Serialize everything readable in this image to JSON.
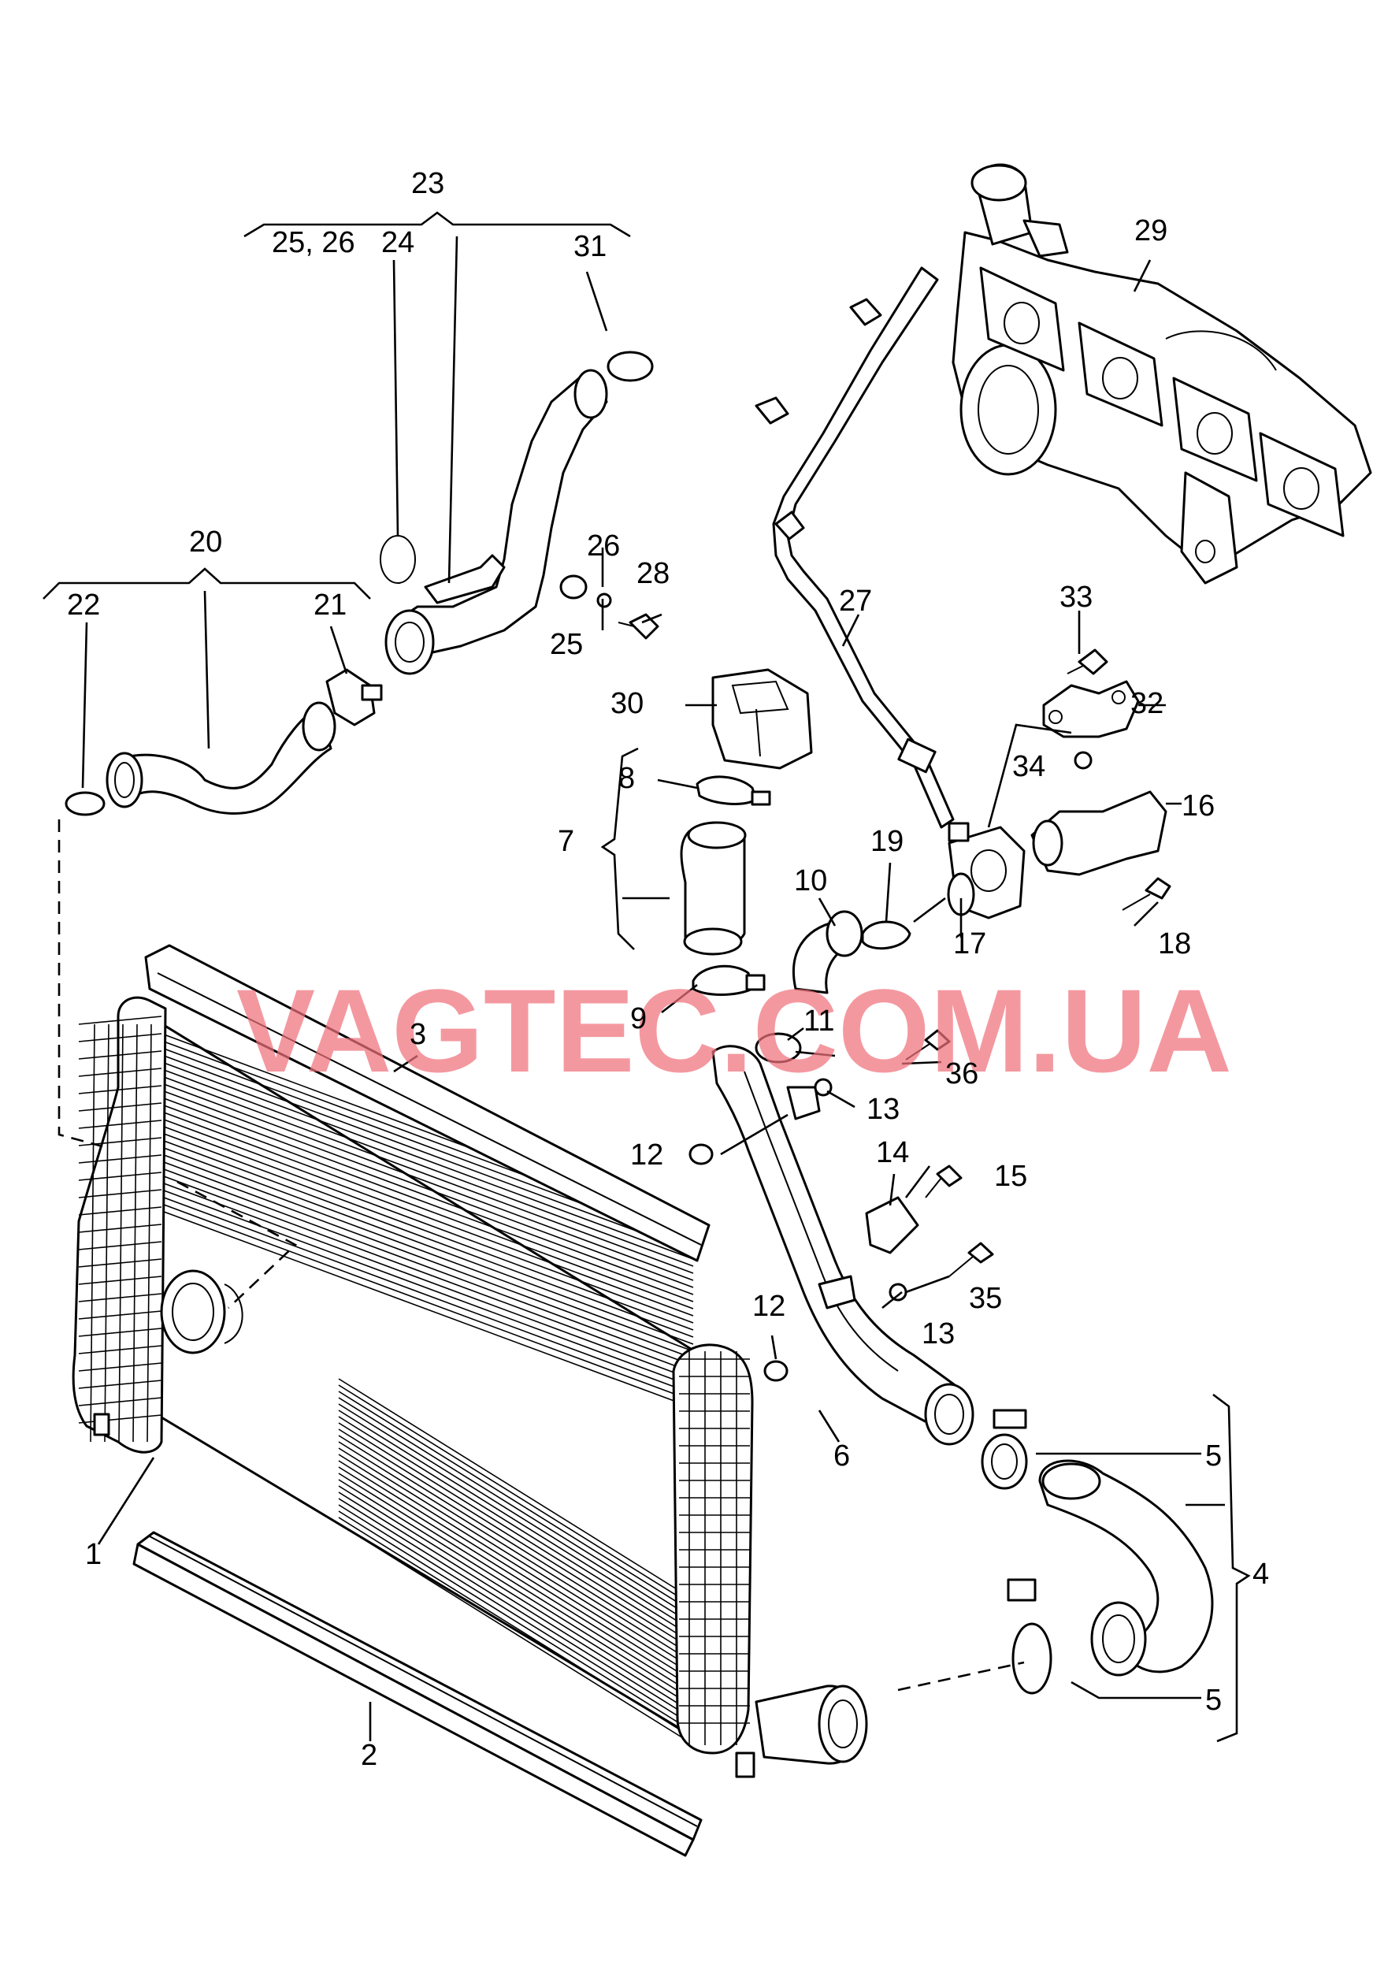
{
  "watermark": "VAGTEC.COM.UA",
  "callouts": {
    "c1": "1",
    "c2": "2",
    "c3": "3",
    "c4": "4",
    "c5a": "5",
    "c5b": "5",
    "c6": "6",
    "c7": "7",
    "c8": "8",
    "c9": "9",
    "c10": "10",
    "c11": "11",
    "c12a": "12",
    "c12b": "12",
    "c13a": "13",
    "c13b": "13",
    "c14": "14",
    "c15": "15",
    "c16": "16",
    "c17": "17",
    "c18": "18",
    "c19": "19",
    "c20": "20",
    "c21": "21",
    "c22": "22",
    "c23": "23",
    "c2526": "25, 26",
    "c24": "24",
    "c25": "25",
    "c26": "26",
    "c27": "27",
    "c28": "28",
    "c29": "29",
    "c30": "30",
    "c31": "31",
    "c32": "32",
    "c33": "33",
    "c34": "34",
    "c35": "35",
    "c36": "36"
  },
  "colors": {
    "line": "#000000",
    "watermark": "#f0707c",
    "background": "#ffffff"
  }
}
